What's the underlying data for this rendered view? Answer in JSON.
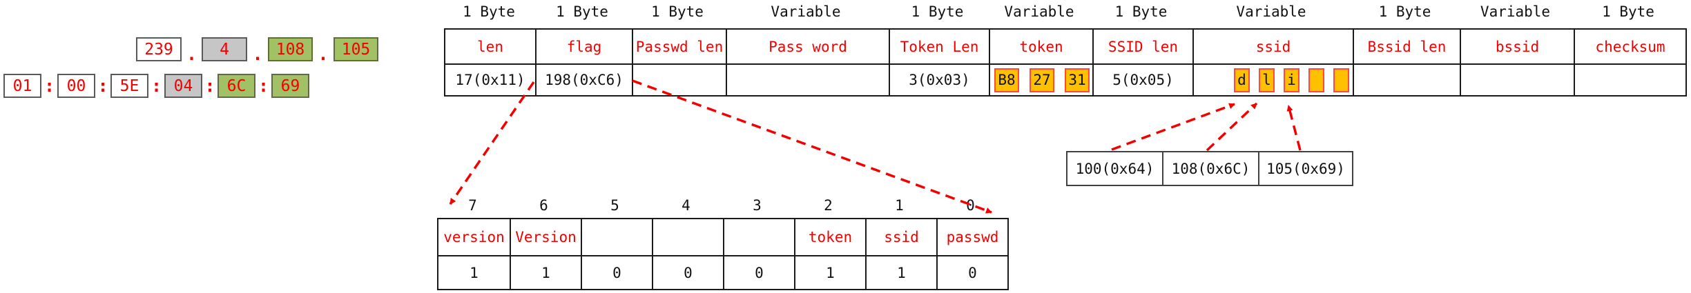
{
  "multicast_ip": {
    "separator": ".",
    "octets": [
      {
        "text": "239",
        "highlight": "none"
      },
      {
        "text": "4",
        "highlight": "gray"
      },
      {
        "text": "108",
        "highlight": "green"
      },
      {
        "text": "105",
        "highlight": "green"
      }
    ]
  },
  "multicast_mac": {
    "separator": ":",
    "octets": [
      {
        "text": "01",
        "highlight": "none"
      },
      {
        "text": "00",
        "highlight": "none"
      },
      {
        "text": "5E",
        "highlight": "none"
      },
      {
        "text": "04",
        "highlight": "gray"
      },
      {
        "text": "6C",
        "highlight": "green"
      },
      {
        "text": "69",
        "highlight": "green"
      }
    ]
  },
  "packet_table": {
    "columns": [
      {
        "size": "1 Byte",
        "field": "len",
        "value": "17(0x11)"
      },
      {
        "size": "1 Byte",
        "field": "flag",
        "value": "198(0xC6)"
      },
      {
        "size": "1 Byte",
        "field": "Passwd len",
        "value": ""
      },
      {
        "size": "Variable",
        "field": "Pass word",
        "value": ""
      },
      {
        "size": "1 Byte",
        "field": "Token Len",
        "value": "3(0x03)"
      },
      {
        "size": "Variable",
        "field": "token",
        "value": "",
        "byte_boxes": [
          "B8",
          "27",
          "31"
        ]
      },
      {
        "size": "1 Byte",
        "field": "SSID len",
        "value": "5(0x05)"
      },
      {
        "size": "Variable",
        "field": "ssid",
        "value": "",
        "byte_boxes": [
          "d",
          "l",
          "i",
          "",
          ""
        ]
      },
      {
        "size": "1 Byte",
        "field": "Bssid len",
        "value": ""
      },
      {
        "size": "Variable",
        "field": "bssid",
        "value": ""
      },
      {
        "size": "1 Byte",
        "field": "checksum",
        "value": ""
      }
    ]
  },
  "flag_bit_table": {
    "bit_numbers": [
      "7",
      "6",
      "5",
      "4",
      "3",
      "2",
      "1",
      "0"
    ],
    "bit_labels": [
      "version",
      "Version",
      "",
      "",
      "",
      "token",
      "ssid",
      "passwd"
    ],
    "bit_values": [
      "1",
      "1",
      "0",
      "0",
      "0",
      "1",
      "1",
      "0"
    ]
  },
  "ascii_decode_boxes": [
    "100(0x64)",
    "108(0x6C)",
    "105(0x69)"
  ],
  "colors": {
    "accent_red": "#f40000",
    "highlight_gray": "#c6c6c6",
    "highlight_green": "#a2c064",
    "highlight_orange": "#ffc000"
  }
}
